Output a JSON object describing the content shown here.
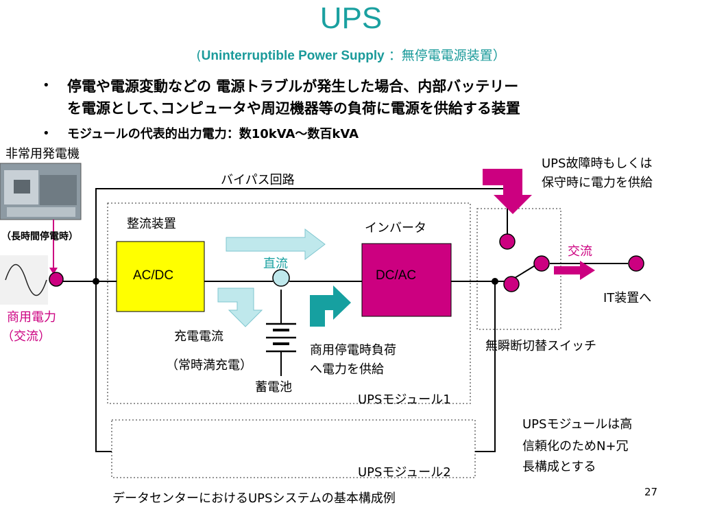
{
  "slide": {
    "title": "UPS",
    "subtitle_en": "Uninterruptible Power Supply",
    "subtitle_sep": "：",
    "subtitle_jp": "無停電電源装置",
    "bullets": [
      "停電や電源変動などの 電源トラブルが発生した場合、内部バッテリー",
      "を電源として､コンピュータや周辺機器等の負荷に電源を供給する装置",
      "モジュールの代表的出力電力：数10kVA～数百kVA"
    ],
    "page_number": "27"
  },
  "diagram": {
    "generator_label": "非常用発電機",
    "long_outage_label": "（長時間停電時）",
    "commercial_power": "商用電力",
    "commercial_ac": "（交流）",
    "bypass_label": "バイパス回路",
    "ups_fault_line1": "UPS故障時もしくは",
    "ups_fault_line2": "保守時に電力を供給",
    "rectifier_label": "整流装置",
    "inverter_label": "インバータ",
    "acdc": "AC/DC",
    "dcac": "DC/AC",
    "dc_label": "直流",
    "ac_label": "交流",
    "it_label": "IT装置へ",
    "charge_current": "充電電流",
    "float_charge": "（常時満充電）",
    "battery": "蓄電池",
    "outage_supply_line1": "商用停電時負荷",
    "outage_supply_line2": "へ電力を供給",
    "switch_label": "無瞬断切替スイッチ",
    "module1": "UPSモジュール1",
    "module2": "UPSモジュール2",
    "redundancy_line1": "UPSモジュールは高",
    "redundancy_line2": "信頼化のためN+冗",
    "redundancy_line3": "長構成とする",
    "caption": "データセンターにおけるUPSシステムの基本構成例"
  },
  "colors": {
    "title": "#1aa0a0",
    "magenta": "#cc0080",
    "acdc_fill": "#ffff00",
    "dcac_fill": "#cc0080",
    "arrow_light": "#bfe8ec",
    "arrow_teal": "#16a0a0"
  }
}
